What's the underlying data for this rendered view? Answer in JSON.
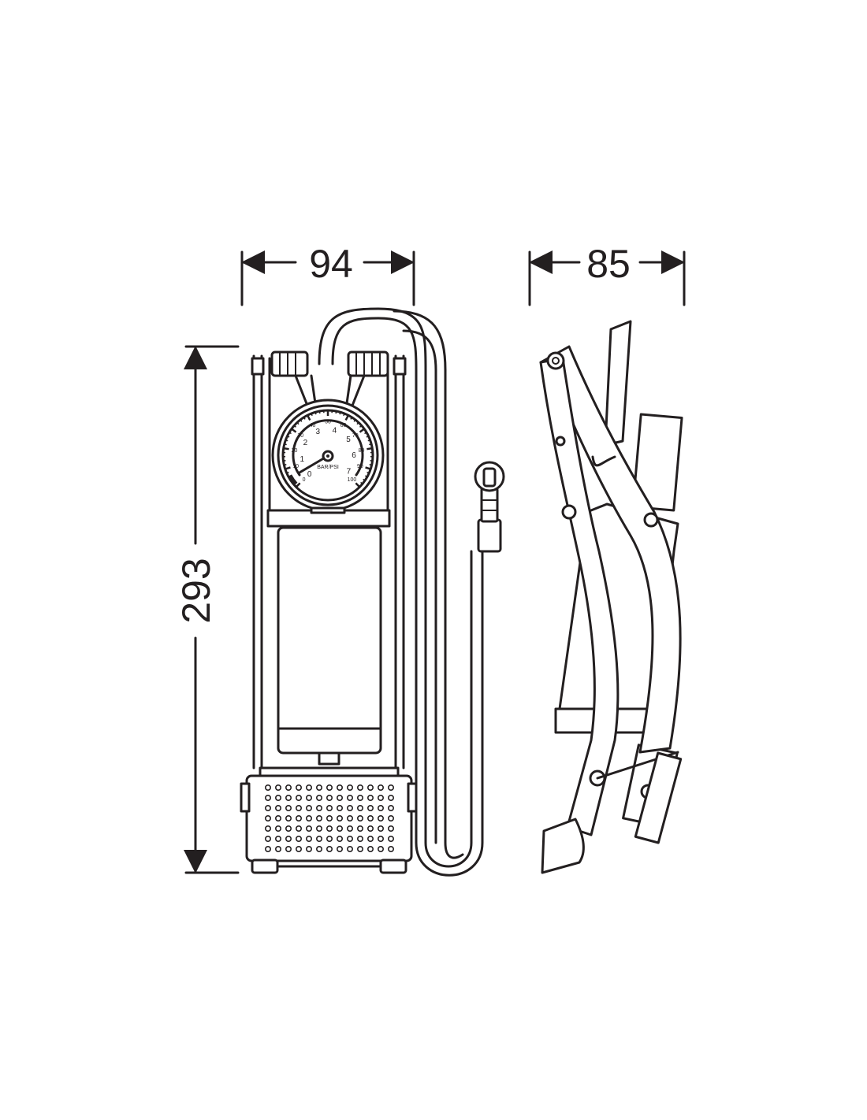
{
  "dimensions": {
    "width_front": "94",
    "width_side": "85",
    "height": "293"
  },
  "gauge": {
    "outer_scale": [
      "0",
      "10",
      "20",
      "30",
      "40",
      "50",
      "60",
      "70",
      "80",
      "90",
      "100"
    ],
    "inner_scale": [
      "0",
      "1",
      "2",
      "3",
      "4",
      "5",
      "6",
      "7"
    ],
    "unit_label": "BAR/PSI"
  },
  "colors": {
    "line": "#231f20",
    "background": "#ffffff"
  }
}
